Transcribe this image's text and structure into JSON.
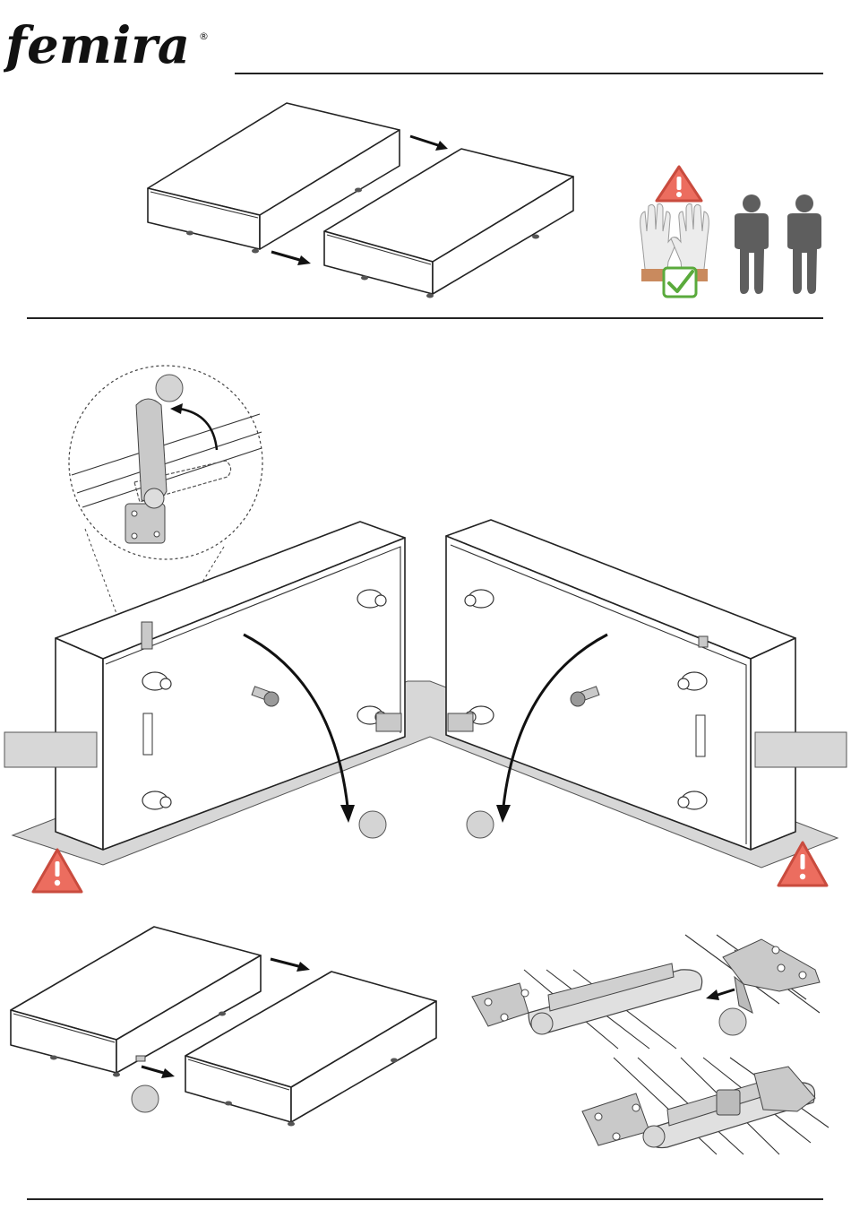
{
  "brand": {
    "name": "femira",
    "registered_mark": "®"
  },
  "colors": {
    "warning_fill": "#ec6d5f",
    "warning_stroke": "#c94b3e",
    "check_green": "#5aaa3c",
    "person_gray": "#5e5e5e",
    "floor_gray": "#d7d7d7"
  },
  "icons": {
    "warning": "warning-triangle-icon",
    "gloves": "gloves-icon",
    "check": "checkmark-icon",
    "person": "person-icon",
    "arrow": "arrow-icon"
  },
  "sections": [
    {
      "id": "separate-bases",
      "people_required": 2,
      "gloves_required": true
    },
    {
      "id": "tip-bases-and-remove-connector"
    },
    {
      "id": "join-bases-and-attach-connector"
    }
  ]
}
